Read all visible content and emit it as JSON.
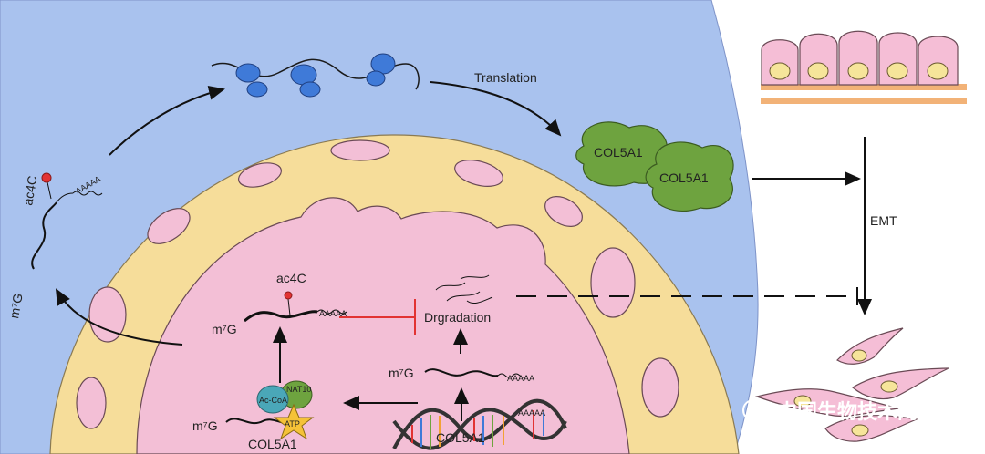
{
  "labels": {
    "translation": "Translation",
    "col5a1_protein_1": "COL5A1",
    "col5a1_protein_2": "COL5A1",
    "emt": "EMT",
    "ac4c_cytoplasm": "ac4C",
    "m7g_cytoplasm": "m⁷G",
    "polyA_cytoplasm": "AAAAA",
    "ac4c_nucleus": "ac4C",
    "m7g_nucleus": "m⁷G",
    "polyA_nucleus": "AAAAA",
    "degradation": "Drgradation",
    "m7g_right": "m⁷G",
    "polyA_right": "AAAAA",
    "polyA_gene": "AAAAA",
    "m7g_bottom": "m⁷G",
    "col5a1_gene_bottom": "COL5A1",
    "col5a1_gene_dna": "COL5A1",
    "ac_coa": "Ac-CoA",
    "nat10": "NAT10",
    "atp": "ATP",
    "watermark": "中国生物技术网"
  },
  "colors": {
    "cytoplasm": "#a9c2ee",
    "nuclear_envelope": "#f6dd9a",
    "nucleus": "#f3bfd6",
    "ribosome": "#3f7ad8",
    "protein": "#6ea33f",
    "inhibit": "#e23333",
    "epithelial_base": "#f2b277",
    "cell_body": "#f5bed6",
    "cell_nucleus": "#f6e59a"
  }
}
